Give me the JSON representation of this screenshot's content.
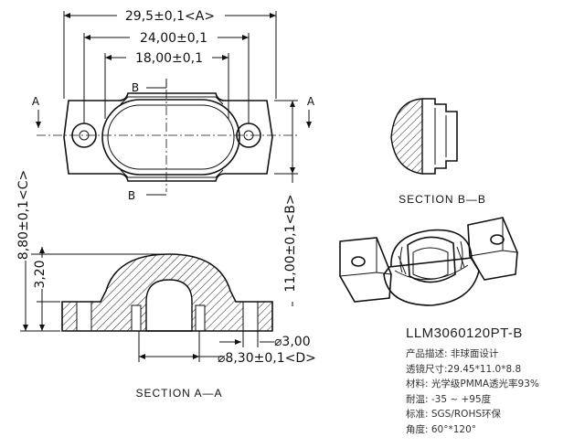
{
  "top_view": {
    "dim_overall": "29,5±0,1<A>",
    "dim_mid": "24,00±0,1",
    "dim_inner": "18,00±0,1",
    "height_b": "11,00±0,1<B>",
    "section_a_left": "A",
    "section_a_right": "A",
    "section_b_top": "B",
    "section_b_bottom": "B"
  },
  "section_aa": {
    "title": "SECTION A—A",
    "height_c": "8,80±0,1<C>",
    "step_height": "3,20",
    "hole_dia": "⌀3,00",
    "opening_dia": "⌀8,30±0,1<D>"
  },
  "section_bb": {
    "title": "SECTION B—B"
  },
  "spec": {
    "part_number": "LLM3060120PT-B",
    "rows": [
      "产品描述: 非球面设计",
      "透镜尺寸:29.45*11.0*8.8",
      "材料: 光学级PMMA透光率93%",
      "耐温: -35 ~ +95度",
      "标准: SGS/ROHS环保",
      "角度: 60°*120°"
    ]
  }
}
